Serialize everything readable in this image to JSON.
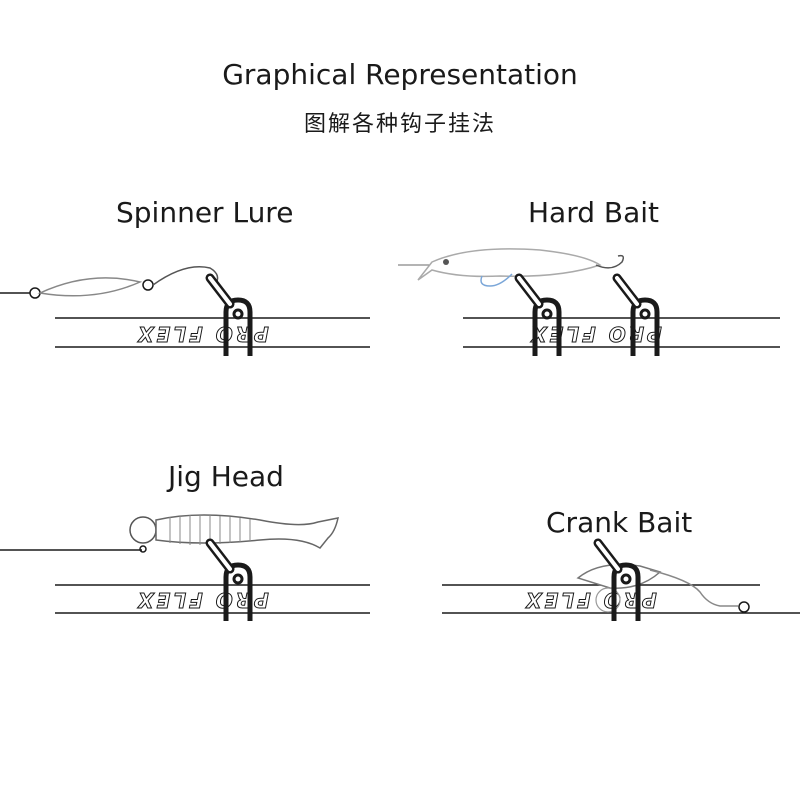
{
  "header": {
    "title": "Graphical Representation",
    "subtitle": "图解各种钩子挂法"
  },
  "panels": [
    {
      "label": "Spinner Lure"
    },
    {
      "label": "Hard Bait"
    },
    {
      "label": "Jig Head"
    },
    {
      "label": "Crank Bait"
    }
  ],
  "brand": {
    "text": "PRO FLEX"
  },
  "colors": {
    "line": "#1a1a1a",
    "lure_outline": "#888888",
    "hook_tint": "#7aa6d8"
  }
}
